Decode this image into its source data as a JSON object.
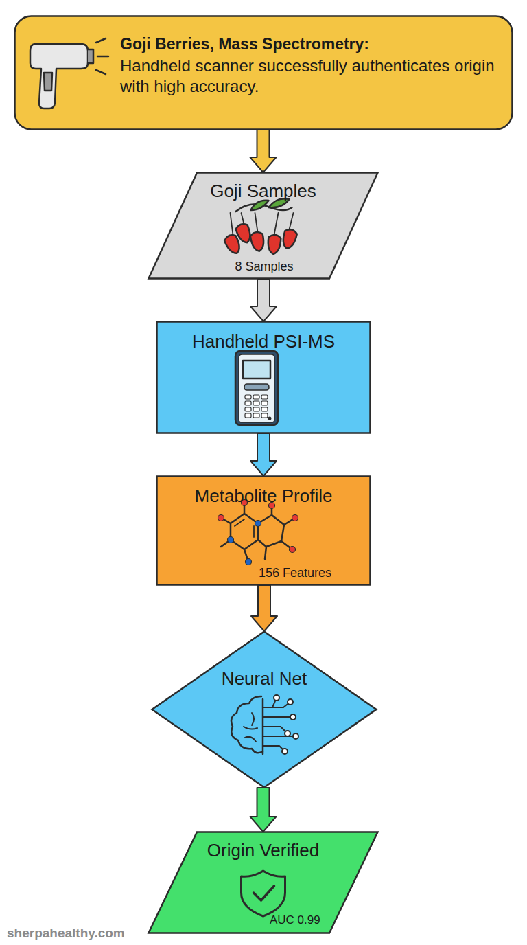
{
  "diagram": {
    "nodes": [
      {
        "text": [
          "Goji Berries, Mass Spectrometry:",
          "Handheld scanner successfully authenticates origin with high accuracy."
        ]
      },
      {
        "text": [
          "Goji Samples",
          "8 Samples"
        ]
      },
      {
        "text": [
          "Handheld PSI-MS"
        ]
      },
      {
        "text": [
          "Metabolite Profile",
          "156 Features"
        ]
      },
      {
        "text": [
          "Neural Net"
        ]
      },
      {
        "text": [
          "Origin Verified",
          "AUC 0.99"
        ]
      }
    ],
    "edges": [
      {
        "from": 0,
        "to": 1,
        "arrow": "to"
      },
      {
        "from": 1,
        "to": 2,
        "arrow": "to"
      },
      {
        "from": 2,
        "to": 3,
        "arrow": "to"
      },
      {
        "from": 3,
        "to": 4,
        "arrow": "to"
      },
      {
        "from": 4,
        "to": 5,
        "arrow": "to"
      }
    ],
    "labels": [
      "sherpahealthy.com"
    ]
  }
}
